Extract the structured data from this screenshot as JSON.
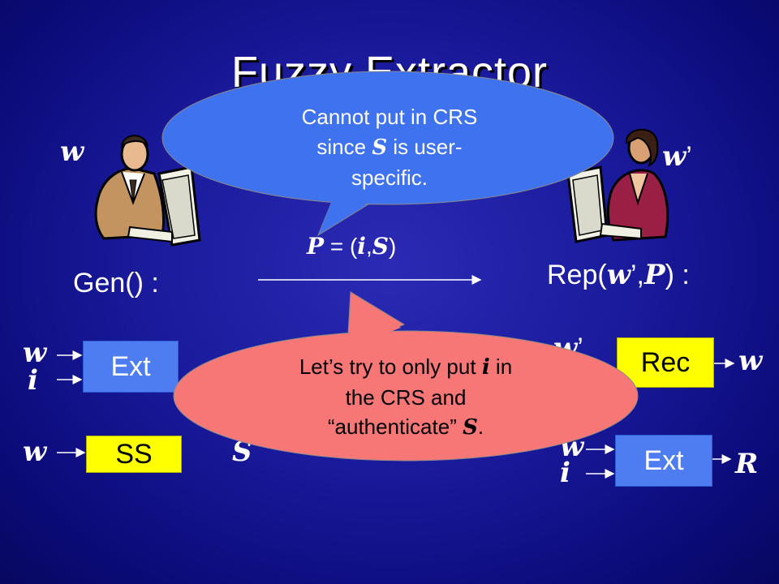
{
  "slide": {
    "title": "Fuzzy Extractor"
  },
  "sender": {
    "input_var": "w",
    "procedure_name": "Gen",
    "procedure_suffix": "() :"
  },
  "receiver": {
    "input_var": "w",
    "input_prime": "’",
    "procedure_prefix": "Rep(",
    "procedure_arg1": "w",
    "procedure_arg1_prime": "’",
    "procedure_sep": ",",
    "procedure_arg2": "P",
    "procedure_suffix": ") :"
  },
  "transmission": {
    "p_var": "P",
    "eq": " = (",
    "i_var": "i",
    "comma": ",",
    "s_var": "S",
    "close": ")"
  },
  "left_blocks": {
    "ext_label": "Ext",
    "ext_input_w": "w",
    "ext_input_i": "i",
    "ss_label": "SS",
    "ss_input_w": "w",
    "ss_output_s": "S"
  },
  "right_blocks": {
    "rec_label": "Rec",
    "rec_input_w": "w",
    "rec_input_prime": "’",
    "rec_output_w": "w",
    "ext_label": "Ext",
    "ext_input_w": "w",
    "ext_input_i": "i",
    "ext_output_r": "R"
  },
  "callout_top": {
    "line1": "Cannot put in CRS",
    "line2_pre": "since ",
    "line2_var": "S",
    "line2_post": " is user-",
    "line3": "specific."
  },
  "callout_bottom": {
    "line1_pre": "Let’s try to only put ",
    "line1_var": "i",
    "line1_post": " in",
    "line2": "the CRS and",
    "line3_pre": "“authenticate” ",
    "line3_var": "S",
    "line3_post": "."
  },
  "colors": {
    "background": "#1a1a9c",
    "callout_top_fill": "#3f72ee",
    "callout_bottom_fill": "#f77777",
    "ext_box": "#4d7df0",
    "rec_box": "#ffff00"
  },
  "icons": {
    "sender_person": "person-at-computer-icon",
    "receiver_person": "woman-at-computer-icon"
  }
}
